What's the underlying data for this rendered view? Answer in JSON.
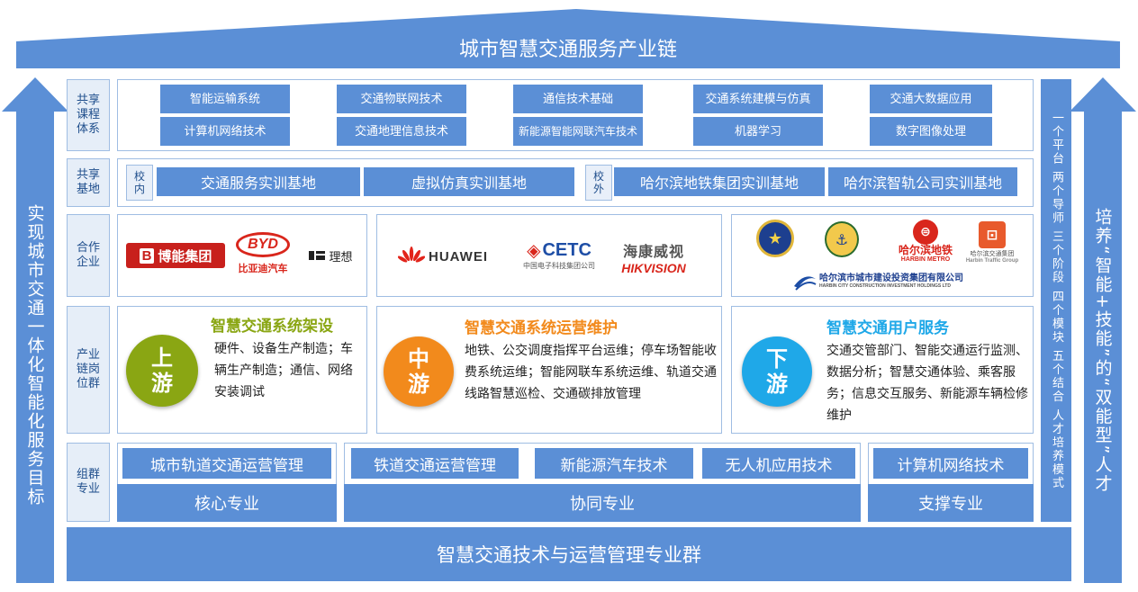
{
  "roof": {
    "title": "城市智慧交通服务产业链"
  },
  "base": {
    "title": "智慧交通技术与运营管理专业群"
  },
  "left_arrow": {
    "text": "实现城市交通一体化智能化服务目标"
  },
  "right_arrow": {
    "text": "培养“智能+技能”的“双能型”人才"
  },
  "talent_column": {
    "text": "一个平台 两个导师 三个阶段 四个模块 五个结合 人才培养模式"
  },
  "rows": {
    "courses": {
      "label": "共享课程体系",
      "items": [
        "智能运输系统",
        "交通物联网技术",
        "通信技术基础",
        "交通系统建模与仿真",
        "交通大数据应用",
        "计算机网络技术",
        "交通地理信息技术",
        "新能源智能网联汽车技术",
        "机器学习",
        "数字图像处理"
      ]
    },
    "bases": {
      "label": "共享基地",
      "inside_tag": "校内",
      "outside_tag": "校外",
      "inside": [
        "交通服务实训基地",
        "虚拟仿真实训基地"
      ],
      "outside": [
        "哈尔滨地铁集团实训基地",
        "哈尔滨智轨公司实训基地"
      ]
    },
    "partners": {
      "label": "合作企业",
      "logos": {
        "boneng": "博能集团",
        "byd": "BYD",
        "byd_cn": "比亚迪汽车",
        "lixiang": "理想",
        "huawei": "HUAWEI",
        "cetc": "CETC",
        "cetc_cn": "中国电子科技集团公司",
        "hik_cn": "海康威视",
        "hik_en": "HIKVISION",
        "metro_cn": "哈尔滨地铁",
        "metro_en": "HARBIN METRO",
        "group_cn": "哈尔滨交通集团",
        "group_en": "Harbin Traffic Group",
        "invest_cn": "哈尔滨市城市建设投资集团有限公司",
        "invest_en": "HARBIN CITY CONSTRUCTION INVESTMENT HOLDINGS LTD"
      }
    },
    "chain": {
      "label": "产业链岗位群",
      "up": {
        "circle": "上游",
        "title": "智慧交通系统架设",
        "body": "硬件、设备生产制造；车辆生产制造；通信、网络安装调试"
      },
      "mid": {
        "circle": "中游",
        "title": "智慧交通系统运营维护",
        "body": "地铁、公交调度指挥平台运维；停车场智能收费系统运维；智能网联车系统运维、轨道交通线路智慧巡检、交通碳排放管理"
      },
      "down": {
        "circle": "下游",
        "title": "智慧交通用户服务",
        "body": "交通交管部门、智能交通运行监测、数据分析；智慧交通体验、乘客服务；信息交互服务、新能源车辆检修维护"
      }
    },
    "majors": {
      "label": "组群专业",
      "core_item": "城市轨道交通运营管理",
      "core_label": "核心专业",
      "co_items": [
        "铁道交通运营管理",
        "新能源汽车技术",
        "无人机应用技术"
      ],
      "co_label": "协同专业",
      "support_item": "计算机网络技术",
      "support_label": "支撑专业"
    }
  },
  "colors": {
    "primary_blue": "#5b8fd6",
    "up_green": "#8aa613",
    "mid_orange": "#f28a1c",
    "down_cyan": "#1fa8e8",
    "byd_red": "#d9261c",
    "huawei_red": "#e2231a"
  }
}
